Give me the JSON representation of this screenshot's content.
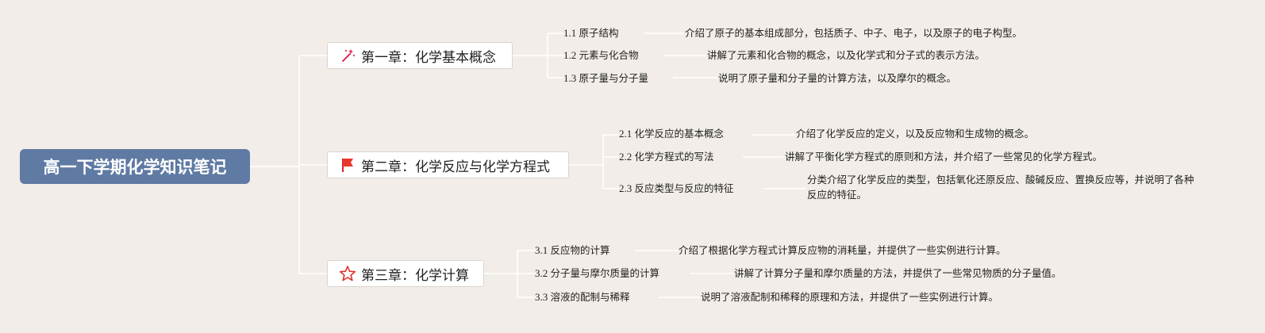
{
  "root": {
    "title": "高一下学期化学知识笔记"
  },
  "chapters": [
    {
      "title": "第一章：化学基本概念",
      "icon": "magic-wand-icon",
      "sections": [
        {
          "num": "1.1",
          "title": "原子结构",
          "desc": "介绍了原子的基本组成部分，包括质子、中子、电子，以及原子的电子构型。"
        },
        {
          "num": "1.2",
          "title": "元素与化合物",
          "desc": "讲解了元素和化合物的概念，以及化学式和分子式的表示方法。"
        },
        {
          "num": "1.3",
          "title": "原子量与分子量",
          "desc": "说明了原子量和分子量的计算方法，以及摩尔的概念。"
        }
      ]
    },
    {
      "title": "第二章：化学反应与化学方程式",
      "icon": "red-flag-icon",
      "sections": [
        {
          "num": "2.1",
          "title": "化学反应的基本概念",
          "desc": "介绍了化学反应的定义，以及反应物和生成物的概念。"
        },
        {
          "num": "2.2",
          "title": "化学方程式的写法",
          "desc": "讲解了平衡化学方程式的原则和方法，并介绍了一些常见的化学方程式。"
        },
        {
          "num": "2.3",
          "title": "反应类型与反应的特征",
          "desc": "分类介绍了化学反应的类型，包括氧化还原反应、酸碱反应、置换反应等，并说明了各种反应的特征。"
        }
      ]
    },
    {
      "title": "第三章：化学计算",
      "icon": "star-outline-icon",
      "sections": [
        {
          "num": "3.1",
          "title": "反应物的计算",
          "desc": "介绍了根据化学方程式计算反应物的消耗量，并提供了一些实例进行计算。"
        },
        {
          "num": "3.2",
          "title": "分子量与摩尔质量的计算",
          "desc": "讲解了计算分子量和摩尔质量的方法，并提供了一些常见物质的分子量值。"
        },
        {
          "num": "3.3",
          "title": "溶液的配制与稀释",
          "desc": "说明了溶液配制和稀释的原理和方法，并提供了一些实例进行计算。"
        }
      ]
    }
  ]
}
